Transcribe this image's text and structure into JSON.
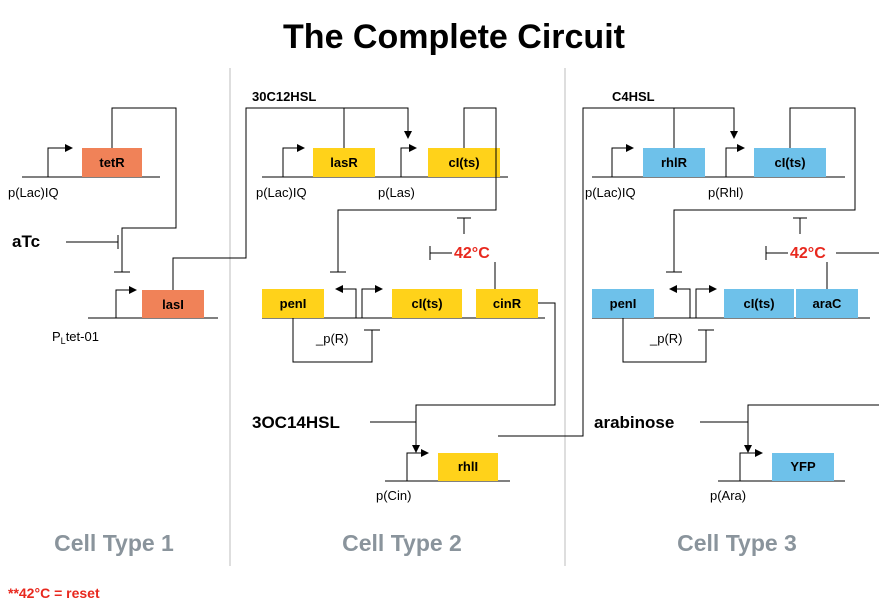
{
  "title": "The Complete Circuit",
  "colors": {
    "orange": "#f08258",
    "yellow": "#ffd21a",
    "blue": "#6ec1ea",
    "red": "#e8281e",
    "gray_text": "#8a949c"
  },
  "cell1": {
    "label": "Cell Type 1",
    "gene_tetR": "tetR",
    "prom_lac": "p(Lac)IQ",
    "signal_atc": "aTc",
    "gene_lasI": "lasI",
    "prom_pltet_main": "P",
    "prom_pltet_sub": "L",
    "prom_pltet_rest": "tet-01"
  },
  "cell2": {
    "label": "Cell Type 2",
    "signal_top": "30C12HSL",
    "gene_lasR": "lasR",
    "gene_cits_top": "cI(ts)",
    "prom_lac": "p(Lac)IQ",
    "prom_las": "p(Las)",
    "temp": "42°C",
    "gene_penI": "penI",
    "gene_cits_mid": "cI(ts)",
    "gene_cinR": "cinR",
    "prom_r": "_p(R)",
    "signal_mid": "3OC14HSL",
    "gene_rhlI": "rhlI",
    "prom_cin": "p(Cin)"
  },
  "cell3": {
    "label": "Cell Type 3",
    "signal_top": "C4HSL",
    "gene_rhlR": "rhlR",
    "gene_cits_top": "cI(ts)",
    "prom_lac": "p(Lac)IQ",
    "prom_rhl": "p(Rhl)",
    "temp": "42°C",
    "gene_penI": "penI",
    "gene_cits_mid": "cI(ts)",
    "gene_araC": "araC",
    "prom_r": "_p(R)",
    "signal_mid": "arabinose",
    "gene_yfp": "YFP",
    "prom_ara": "p(Ara)"
  },
  "footnote": "**42°C = reset"
}
